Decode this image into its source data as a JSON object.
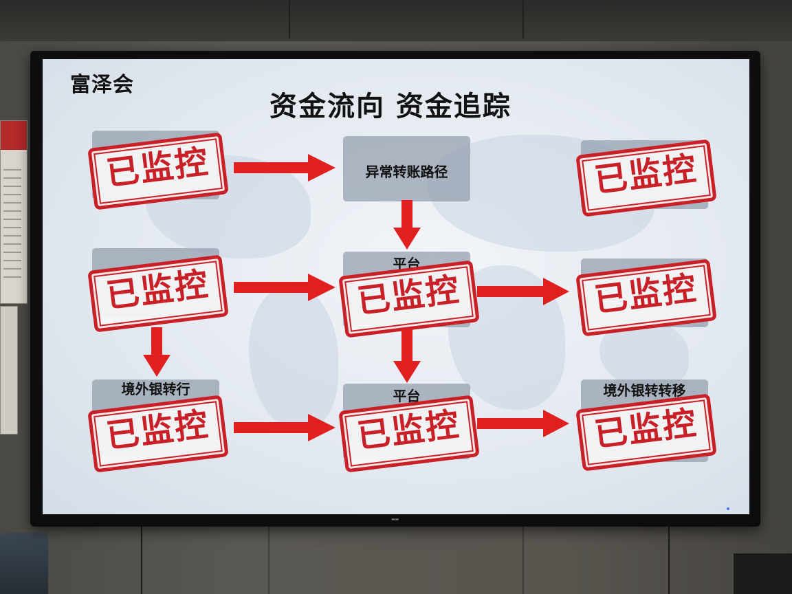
{
  "slide": {
    "brand": "富泽会",
    "title": "资金流向   资金追踪",
    "stamp_text": "已监控",
    "nodes": {
      "anomaly_path": "异常转账路径",
      "platform": "平台",
      "overseas_bank": "境外银转行",
      "overseas_transfer": "境外银转转移"
    }
  },
  "colors": {
    "stamp_red": "#c82026",
    "arrow_red": "#e0201f",
    "node_gray": "#9aa4b2"
  }
}
